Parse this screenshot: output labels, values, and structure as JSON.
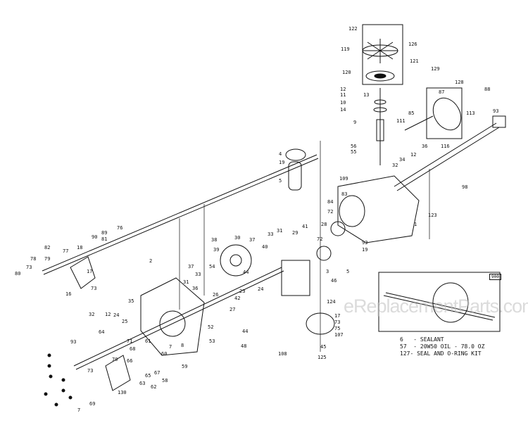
{
  "title": "Transaxle Parts Diagram",
  "watermark": "eReplacementParts.com",
  "inset_tag": "900",
  "notes": [
    "6   - SEALANT",
    "57  - 20W50 OIL - 78.0 OZ",
    "127- SEAL AND O-RING KIT"
  ],
  "labels": [
    "122",
    "119",
    "126",
    "121",
    "120",
    "129",
    "128",
    "12",
    "11",
    "13",
    "10",
    "14",
    "9",
    "87",
    "88",
    "113",
    "85",
    "111",
    "93",
    "116",
    "36",
    "56",
    "55",
    "12",
    "34",
    "32",
    "109",
    "98",
    "83",
    "84",
    "72",
    "123",
    "28",
    "41",
    "29",
    "1",
    "4",
    "19",
    "5",
    "93",
    "19",
    "72",
    "5",
    "30",
    "37",
    "33",
    "31",
    "39",
    "38",
    "40",
    "76",
    "89",
    "81",
    "90",
    "18",
    "77",
    "82",
    "79",
    "78",
    "73",
    "80",
    "17",
    "73",
    "16",
    "37",
    "54",
    "33",
    "31",
    "36",
    "44",
    "27",
    "42",
    "26",
    "23",
    "44",
    "48",
    "53",
    "52",
    "24",
    "2",
    "12",
    "24",
    "25",
    "35",
    "32",
    "93",
    "64",
    "71",
    "68",
    "61",
    "60",
    "59",
    "8",
    "7",
    "65",
    "67",
    "58",
    "62",
    "63",
    "70",
    "69",
    "73",
    "7",
    "130",
    "66",
    "108",
    "125",
    "45",
    "124",
    "73",
    "75",
    "107",
    "17",
    "3",
    "46"
  ],
  "colors": {
    "ink": "#111111",
    "watermark": "#bebebe"
  }
}
